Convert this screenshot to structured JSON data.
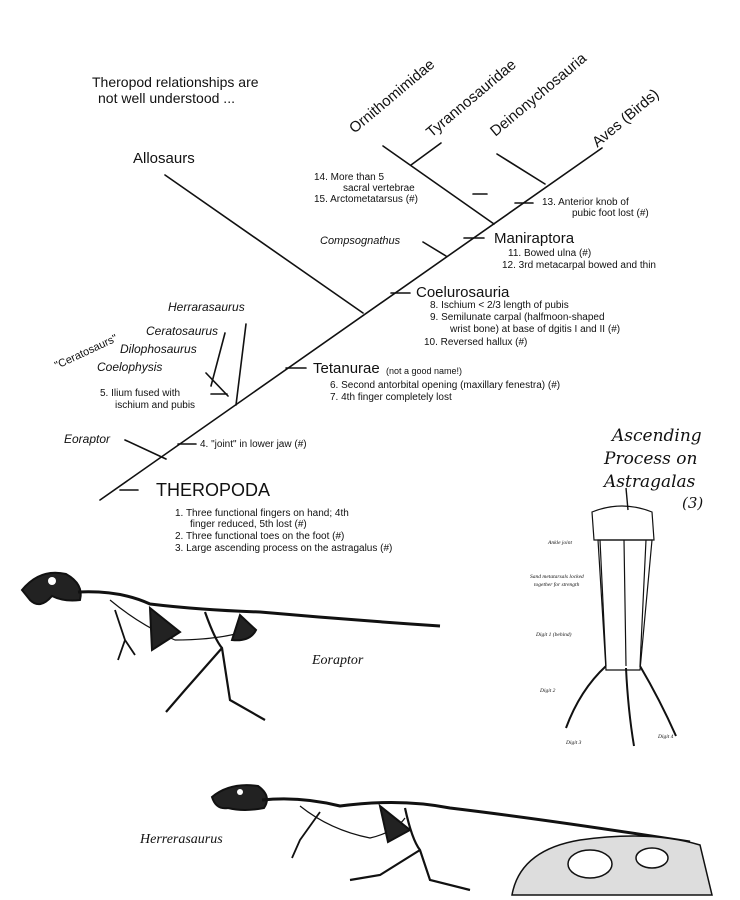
{
  "intro_note": {
    "line1": "Theropod relationships are",
    "line2": "not well understood ..."
  },
  "clades": {
    "ornithomimidae": "Ornithomimidae",
    "tyrannosauridae": "Tyrannosauridae",
    "deinonychosauria": "Deinonychosauria",
    "aves": "Aves (Birds)",
    "allosaurs": "Allosaurs",
    "compsognathus": "Compsognathus",
    "maniraptora": "Maniraptora",
    "coelurosauria": "Coelurosauria",
    "herrerasaurus": "Herrarasaurus",
    "ceratosaurs": "\"Ceratosaurs\"",
    "ceratosaurus": "Ceratosaurus",
    "dilophosaurus": "Dilophosaurus",
    "coelophysis": "Coelophysis",
    "tetanurae": "Tetanurae",
    "tetanurae_note": "(not a good name!)",
    "eoraptor": "Eoraptor",
    "theropoda": "THEROPODA"
  },
  "characters": {
    "c14": "14.  More than 5",
    "c14b": "sacral vertebrae",
    "c15": "15.  Arctometatarsus (#)",
    "c13": "13.  Anterior knob of",
    "c13b": "pubic foot lost (#)",
    "c11": "11. Bowed ulna (#)",
    "c12": "12.  3rd metacarpal bowed and thin",
    "c8": "8.  Ischium < 2/3  length of pubis",
    "c9": "9.  Semilunate carpal (halfmoon-shaped",
    "c9b": "wrist bone) at base of dgitis I and II  (#)",
    "c10": "10.  Reversed hallux (#)",
    "c6": "6.  Second antorbital opening (maxillary fenestra) (#)",
    "c7": "7.  4th finger completely lost",
    "c5": "5.  Ilium fused with",
    "c5b": "ischium and pubis",
    "c4": "4.  \"joint\" in lower jaw (#)",
    "c1": "1.  Three functional fingers on hand; 4th",
    "c1b": "finger reduced, 5th lost (#)",
    "c2": "2.  Three functional toes on the foot (#)",
    "c3": "3.  Large ascending process on the astragalus (#)"
  },
  "figures": {
    "eoraptor_caption": "Eoraptor",
    "herrerasaurus_caption": "Herrerasaurus",
    "foot_note_line1": "Ascending",
    "foot_note_line2": "Process on",
    "foot_note_line3": "Astragalas",
    "foot_note_num": "(3)",
    "foot_label_ankle": "Ankle joint",
    "foot_label_meta1": "Sand metatarsals locked",
    "foot_label_meta2": "together for strength",
    "foot_label_digit1": "Digit 1 (behind)",
    "foot_label_digit2": "Digit 2",
    "foot_label_digit3": "Digit 3",
    "foot_label_digit4": "Digit 4"
  }
}
